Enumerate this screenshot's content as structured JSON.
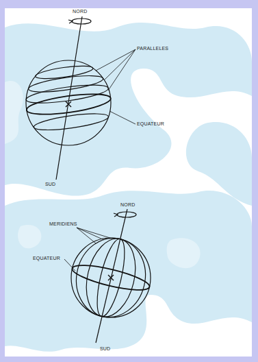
{
  "diagram": {
    "labels": [
      "NORD",
      "PARALLELES",
      "EQUATEUR",
      "SUD",
      "MERIDIENS",
      "NORD",
      "EQUATEUR",
      "SUD"
    ]
  }
}
